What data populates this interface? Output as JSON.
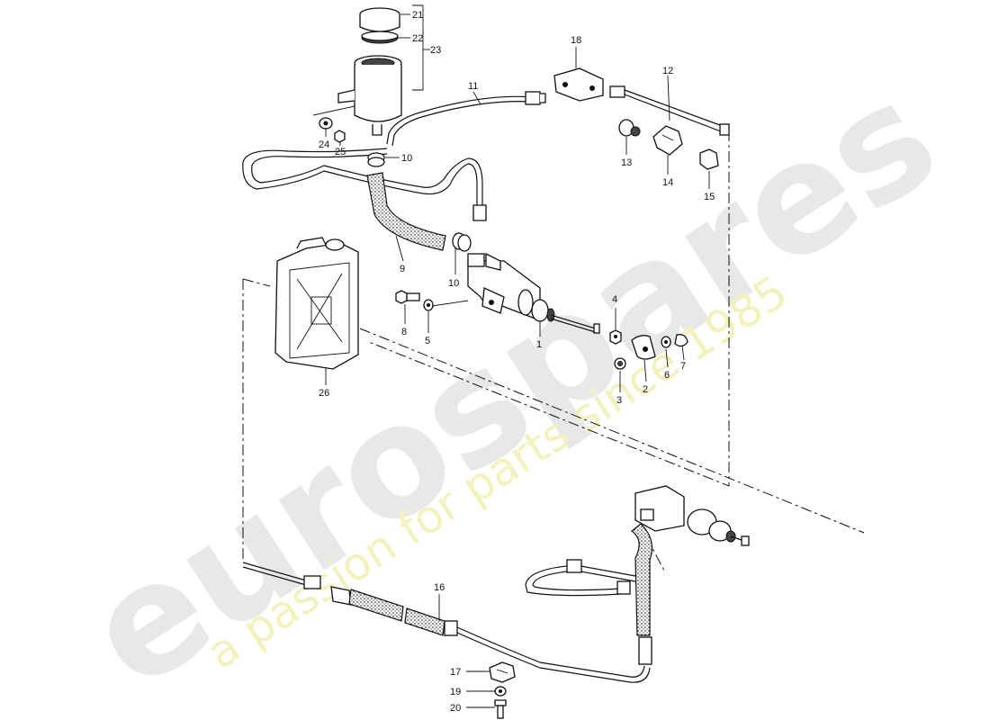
{
  "watermark": {
    "brand": "eurospares",
    "tagline": "a passion for parts since 1985",
    "brand_color": "#e6e6e6",
    "tagline_color": "#f3f1b8"
  },
  "callouts": {
    "c1": "1",
    "c2": "2",
    "c3": "3",
    "c4": "4",
    "c5": "5",
    "c6": "6",
    "c7": "7",
    "c8": "8",
    "c9": "9",
    "c10a": "10",
    "c10b": "10",
    "c11": "11",
    "c12": "12",
    "c13": "13",
    "c14": "14",
    "c15": "15",
    "c16": "16",
    "c17": "17",
    "c18": "18",
    "c19": "19",
    "c20": "20",
    "c21": "21",
    "c22": "22",
    "c23": "23",
    "c24": "24",
    "c25": "25",
    "c26": "26"
  },
  "parts": [
    {
      "ref": "1",
      "icon": "master-cylinder"
    },
    {
      "ref": "2",
      "icon": "bushing"
    },
    {
      "ref": "3",
      "icon": "sleeve"
    },
    {
      "ref": "4",
      "icon": "nut"
    },
    {
      "ref": "5",
      "icon": "washer"
    },
    {
      "ref": "6",
      "icon": "washer"
    },
    {
      "ref": "7",
      "icon": "circlip"
    },
    {
      "ref": "8",
      "icon": "bolt"
    },
    {
      "ref": "9",
      "icon": "feed-hose"
    },
    {
      "ref": "10",
      "icon": "hose-clamp"
    },
    {
      "ref": "11",
      "icon": "pipe"
    },
    {
      "ref": "12",
      "icon": "pipe"
    },
    {
      "ref": "13",
      "icon": "grommet"
    },
    {
      "ref": "14",
      "icon": "pipe-clip"
    },
    {
      "ref": "15",
      "icon": "pipe-clip"
    },
    {
      "ref": "16",
      "icon": "clutch-hose-line"
    },
    {
      "ref": "17",
      "icon": "pipe-clip"
    },
    {
      "ref": "18",
      "icon": "bracket"
    },
    {
      "ref": "19",
      "icon": "washer"
    },
    {
      "ref": "20",
      "icon": "bolt"
    },
    {
      "ref": "21",
      "icon": "reservoir-cap"
    },
    {
      "ref": "22",
      "icon": "seal"
    },
    {
      "ref": "23",
      "icon": "fluid-reservoir"
    },
    {
      "ref": "24",
      "icon": "washer"
    },
    {
      "ref": "25",
      "icon": "nut"
    },
    {
      "ref": "26",
      "icon": "fluid-canister"
    }
  ]
}
